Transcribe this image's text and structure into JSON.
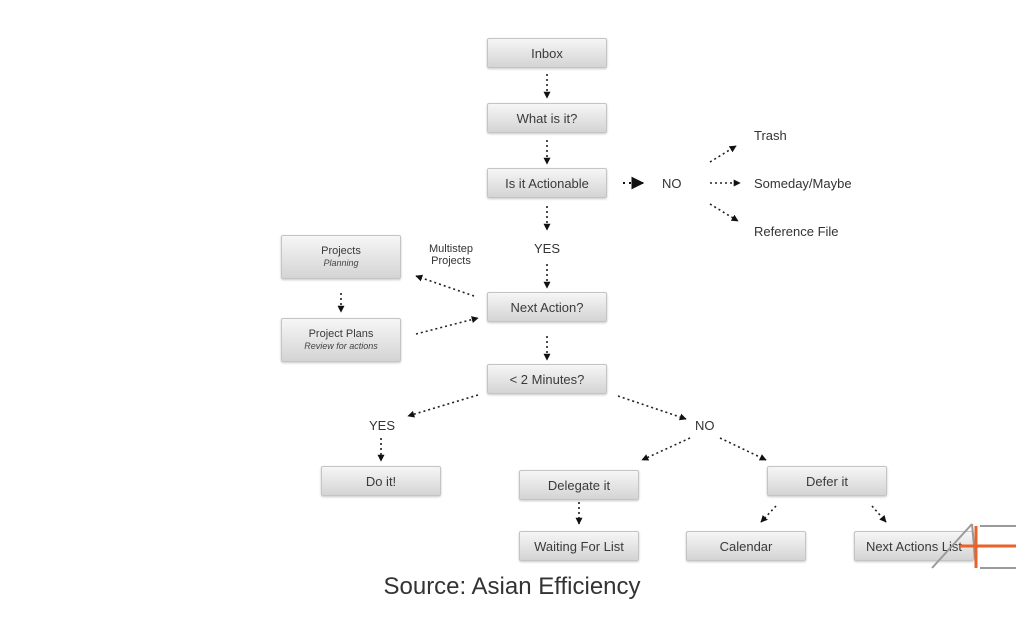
{
  "nodes": {
    "inbox": "Inbox",
    "what_is_it": "What is it?",
    "actionable": "Is it Actionable",
    "next_action": "Next Action?",
    "two_minutes": "< 2 Minutes?",
    "do_it": "Do it!",
    "delegate": "Delegate it",
    "defer": "Defer it",
    "waiting": "Waiting For List",
    "calendar": "Calendar",
    "next_actions_list": "Next Actions List",
    "projects": {
      "title": "Projects",
      "subtitle": "Planning"
    },
    "project_plans": {
      "title": "Project Plans",
      "subtitle": "Review for actions"
    }
  },
  "labels": {
    "no_actionable": "NO",
    "trash": "Trash",
    "someday": "Someday/Maybe",
    "reference": "Reference File",
    "yes_actionable": "YES",
    "multistep": "Multistep Projects",
    "yes_two_min": "YES",
    "no_two_min": "NO"
  },
  "source": "Source: Asian Efficiency",
  "colors": {
    "box_top": "#f6f6f6",
    "box_bottom": "#d4d4d4",
    "text": "#333333",
    "logo_accent": "#e8622a",
    "logo_gray": "#9a9a9a"
  }
}
